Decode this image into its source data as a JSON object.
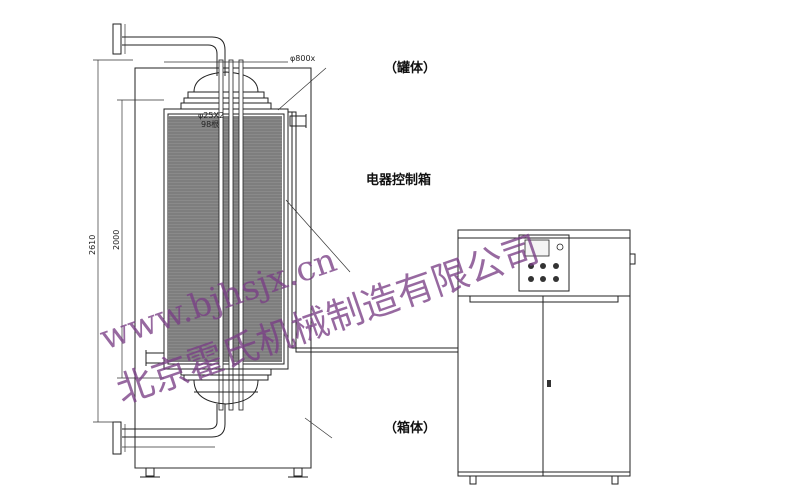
{
  "labels": {
    "tank": "（罐体）",
    "control_box": "电器控制箱",
    "cabinet": "（箱体）"
  },
  "dimensions": {
    "diameter": "φ800x",
    "height_outer": "2610",
    "height_inner": "2000",
    "tube_spec_line1": "φ25X2",
    "tube_spec_line2": "98根"
  },
  "watermark": {
    "url": "www.bjhsjx.cn",
    "company": "北京霍氏机械制造有限公司"
  },
  "colors": {
    "line": "#222222",
    "tube_fill": "#8a8a8a",
    "watermark": "#7a3f86"
  }
}
